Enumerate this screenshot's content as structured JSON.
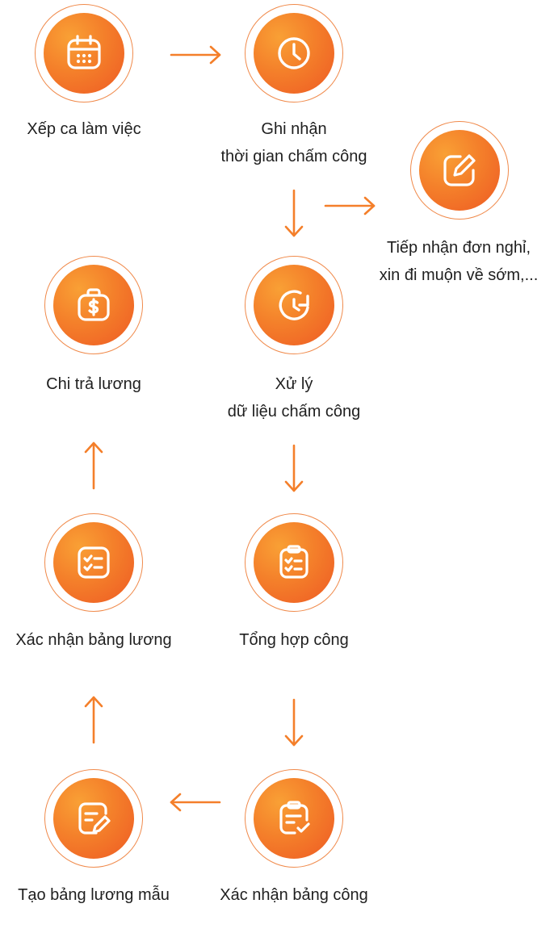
{
  "steps": [
    {
      "line1": "Xếp ca làm việc",
      "line2": "",
      "icon": "calendar-icon"
    },
    {
      "line1": "Ghi nhận",
      "line2": "thời gian chấm công",
      "icon": "clock-icon"
    },
    {
      "line1": "Tiếp nhận đơn nghỉ,",
      "line2": "xin đi muộn về sớm,...",
      "icon": "edit-note-icon"
    },
    {
      "line1": "Xử lý",
      "line2": "dữ liệu chấm công",
      "icon": "time-refresh-icon"
    },
    {
      "line1": "Chi trả lương",
      "line2": "",
      "icon": "money-bag-icon"
    },
    {
      "line1": "Tổng hợp công",
      "line2": "",
      "icon": "clipboard-list-icon"
    },
    {
      "line1": "Xác nhận bảng lương",
      "line2": "",
      "icon": "checklist-icon"
    },
    {
      "line1": "Xác nhận bảng công",
      "line2": "",
      "icon": "clipboard-check-icon"
    },
    {
      "line1": "Tạo bảng lương mẫu",
      "line2": "",
      "icon": "document-edit-icon"
    }
  ],
  "colors": {
    "accent": "#f47f2a",
    "accent_dark": "#ee5a24",
    "accent_light": "#f9a035",
    "ring": "#f08a4b",
    "text": "#1f1f1f"
  }
}
